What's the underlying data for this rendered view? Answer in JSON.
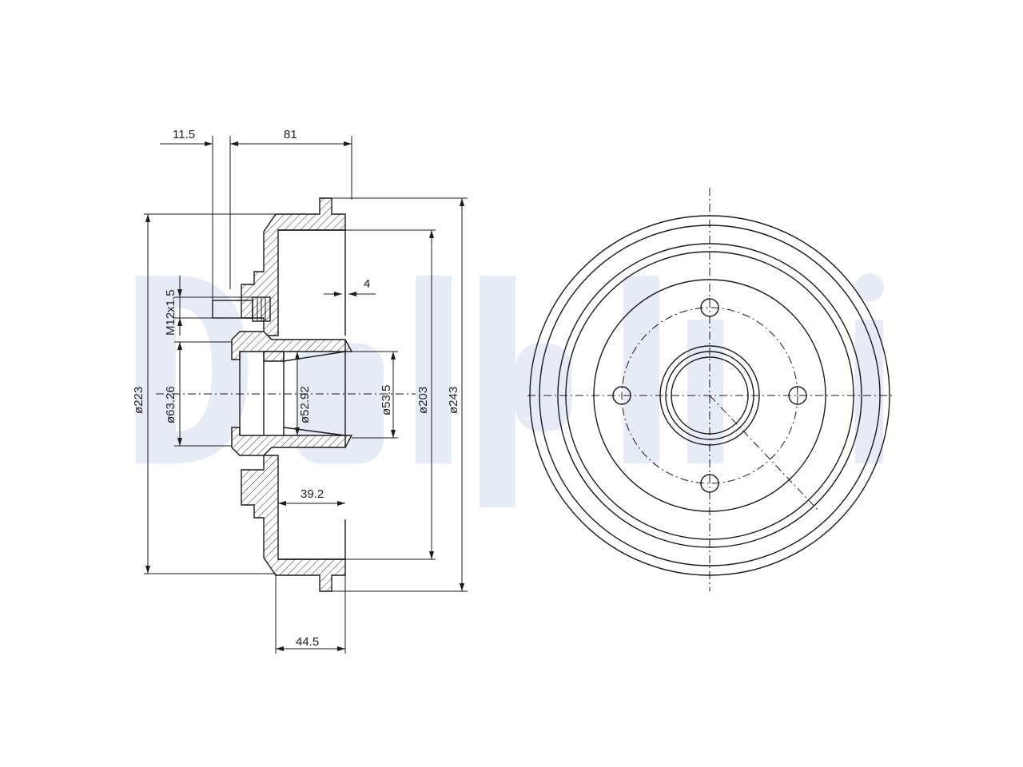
{
  "watermark": {
    "text": "Delphi",
    "color": "#e6ebf5"
  },
  "line_color": "#1a1a1a",
  "dimensions": {
    "stud_offset": "11.5",
    "overall_depth": "81",
    "wall_thickness": "4",
    "thread": "M12x1.5",
    "dia_223": "ø223",
    "dia_63_26": "ø63.26",
    "dia_52_92": "ø52.92",
    "dia_53_5": "ø53.5",
    "dia_203": "ø203",
    "dia_243": "ø243",
    "hub_depth": "39.2",
    "flange_depth": "44.5"
  }
}
